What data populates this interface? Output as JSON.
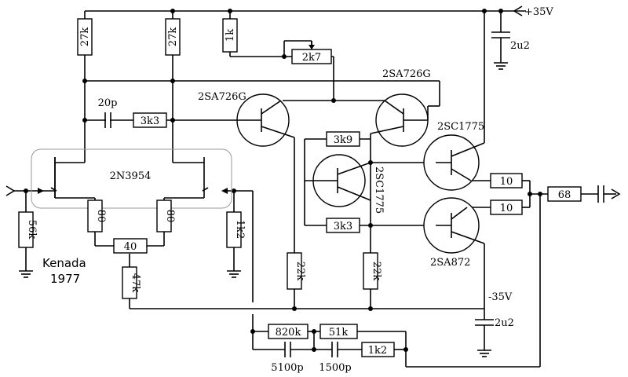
{
  "rails": {
    "positive": "+35V",
    "negative": "-35V"
  },
  "components": {
    "r1_27k": "27k",
    "r2_27k": "27k",
    "r3_1k": "1k",
    "pot_2k7": "2k7",
    "cap_20p": "20p",
    "r_3k3_top": "3k3",
    "r_3k9": "3k9",
    "r_3k3_bottom": "3k3",
    "r_56k": "56k",
    "r_80_left": "80",
    "r_80_right": "80",
    "r_40": "40",
    "r_47k": "47k",
    "r_1k2_in": "1k2",
    "r_22k_left": "22k",
    "r_22k_right": "22k",
    "r_10_top": "10",
    "r_10_bottom": "10",
    "r_68": "68",
    "r_820k": "820k",
    "r_51k": "51k",
    "r_1k2_fb": "1k2",
    "cap_2u2_top": "2u2",
    "cap_2u2_bottom": "2u2",
    "cap_5100p": "5100p",
    "cap_1500p": "1500p"
  },
  "transistors": {
    "q_2sa726g_left": "2SA726G",
    "q_2sa726g_right": "2SA726G",
    "q_2sc1775_vertical": "2SC1775",
    "q_2sc1775_output": "2SC1775",
    "q_2sa872": "2SA872",
    "q_2n3954": "2N3954"
  },
  "credit": {
    "line1": "Kenada",
    "line2": "1977"
  },
  "icons": {
    "terminal": "arrow-terminal-icon",
    "ground": "ground-icon"
  }
}
